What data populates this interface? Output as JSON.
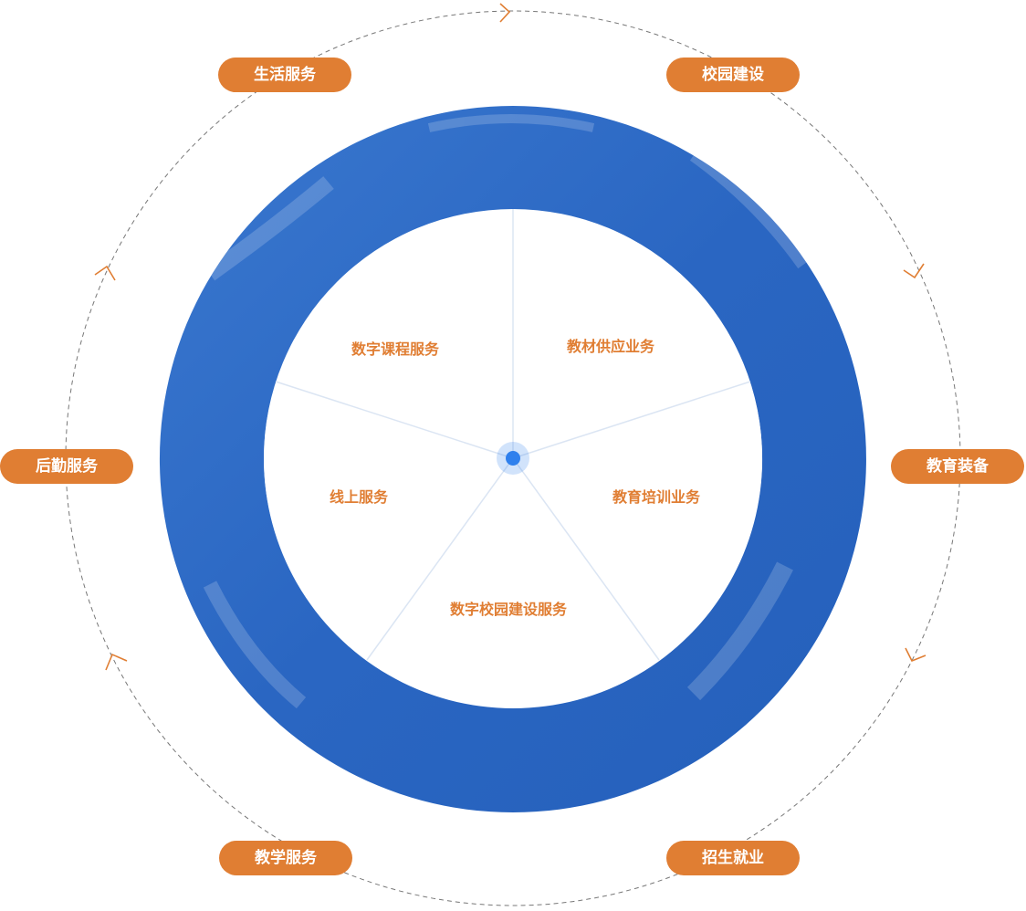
{
  "outer_ring": {
    "items": [
      {
        "label": "生活服务"
      },
      {
        "label": "校园建设"
      },
      {
        "label": "后勤服务"
      },
      {
        "label": "教育装备"
      },
      {
        "label": "教学服务"
      },
      {
        "label": "招生就业"
      }
    ]
  },
  "inner_segments": {
    "items": [
      {
        "label": "数字课程服务"
      },
      {
        "label": "教材供应业务"
      },
      {
        "label": "线上服务"
      },
      {
        "label": "教育培训业务"
      },
      {
        "label": "数字校园建设服务"
      }
    ]
  },
  "colors": {
    "ring_blue": "#2d6cc8",
    "ring_blue_dark": "#2460b8",
    "accent_orange": "#e07e33",
    "center_dot": "#2f80ed",
    "dashed_ring": "#777777",
    "divider": "#dbe5f3"
  }
}
